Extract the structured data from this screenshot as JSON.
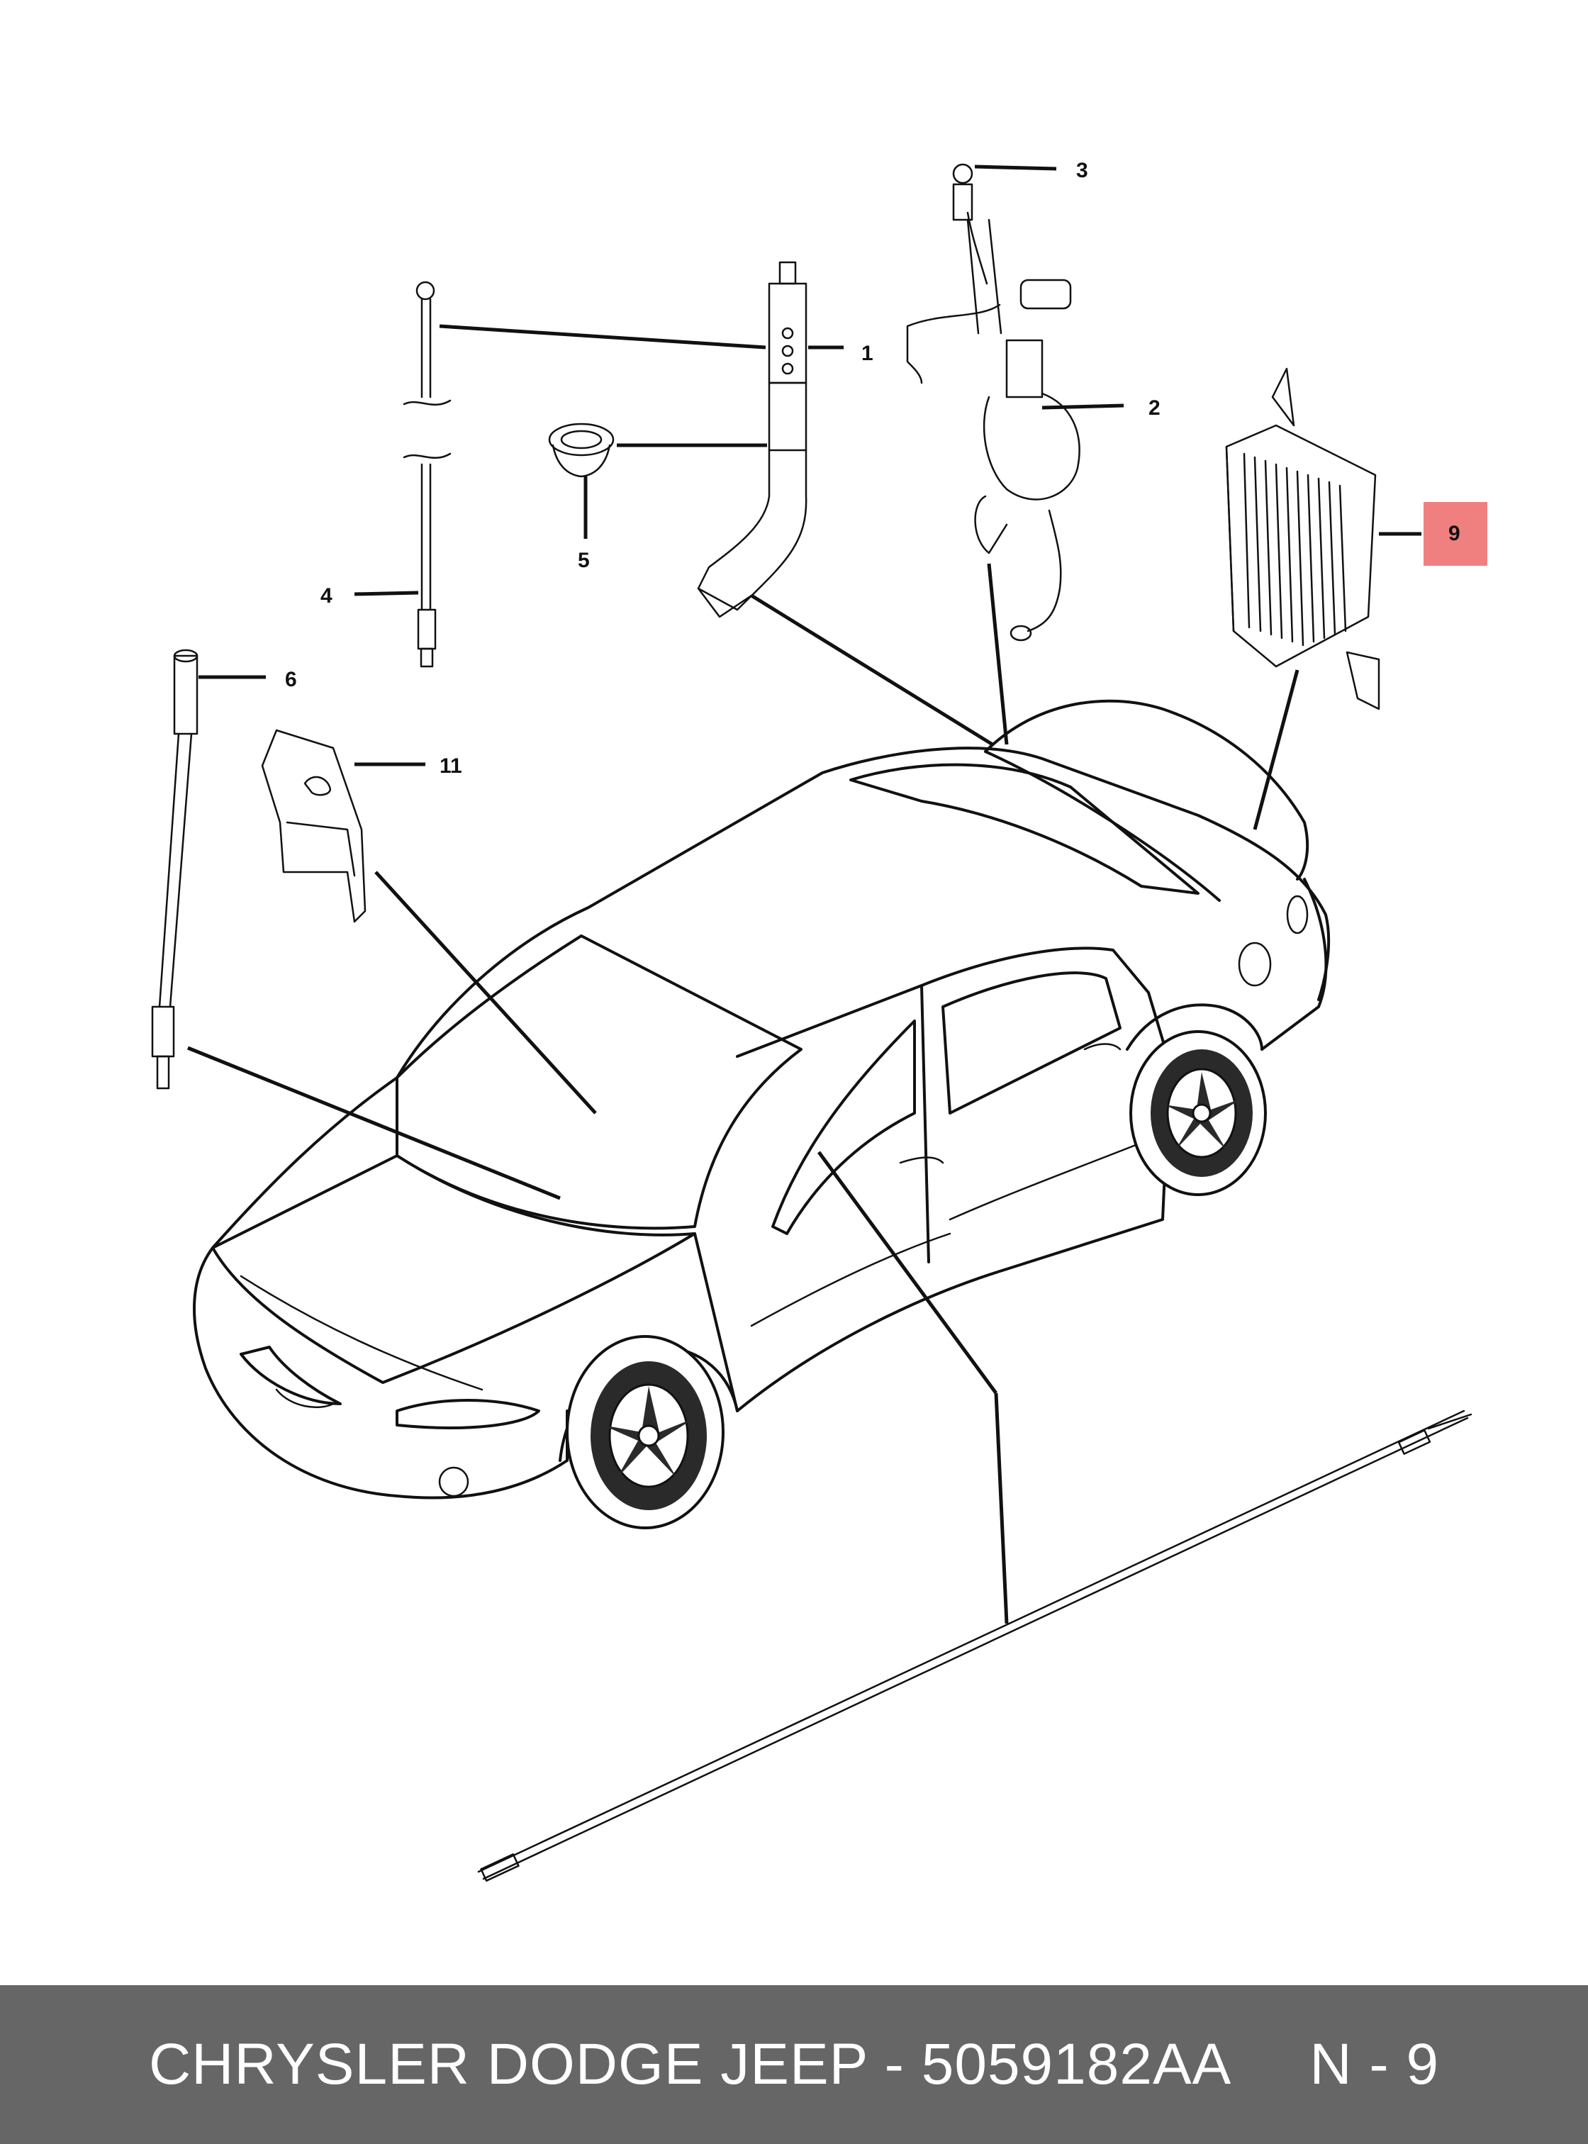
{
  "callouts": {
    "c1": "1",
    "c2": "2",
    "c3": "3",
    "c4": "4",
    "c5": "5",
    "c6": "6",
    "c9": "9",
    "c11": "11"
  },
  "highlight_color": "#f08080",
  "footer": {
    "part_text": "CHRYSLER DODGE JEEP - 5059182AA",
    "page_ref": "N - 9"
  }
}
